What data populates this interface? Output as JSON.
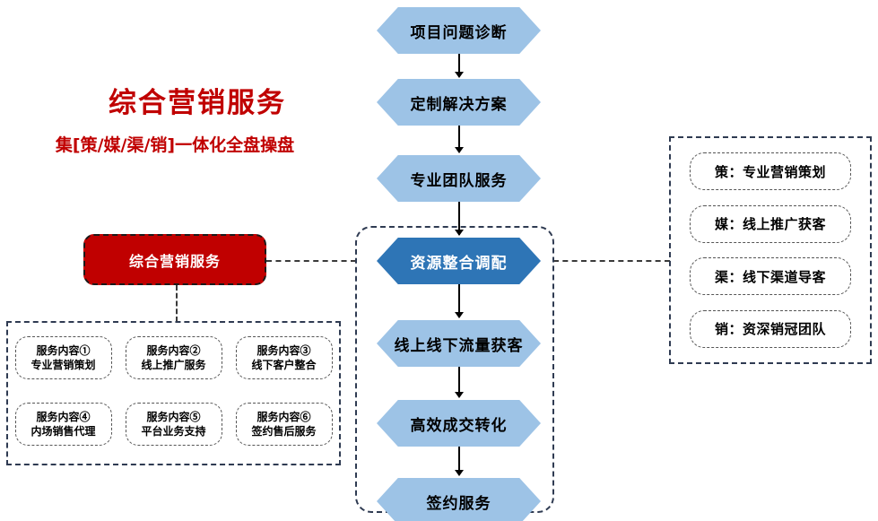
{
  "brand": {
    "title": "综合营销服务",
    "subtitle": "集[策/媒/渠/销]一体化全盘操盘",
    "accent_color": "#C00000"
  },
  "hub": {
    "label": "综合营销服务",
    "fill_color": "#C00000",
    "text_color": "#FFFFFF"
  },
  "flow": {
    "fill_color": "#9DC3E6",
    "highlight_color": "#2E75B6",
    "steps": [
      {
        "label": "项目问题诊断",
        "highlighted": false
      },
      {
        "label": "定制解决方案",
        "highlighted": false
      },
      {
        "label": "专业团队服务",
        "highlighted": false
      },
      {
        "label": "资源整合调配",
        "highlighted": true
      },
      {
        "label": "线上线下流量获客",
        "highlighted": false
      },
      {
        "label": "高效成交转化",
        "highlighted": false
      },
      {
        "label": "签约服务",
        "highlighted": false
      }
    ]
  },
  "services": {
    "items": [
      {
        "index": "服务内容①",
        "name": "专业营销策划"
      },
      {
        "index": "服务内容②",
        "name": "线上推广服务"
      },
      {
        "index": "服务内容③",
        "name": "线下客户整合"
      },
      {
        "index": "服务内容④",
        "name": "内场销售代理"
      },
      {
        "index": "服务内容⑤",
        "name": "平台业务支持"
      },
      {
        "index": "服务内容⑥",
        "name": "签约售后服务"
      }
    ]
  },
  "pillars": {
    "items": [
      {
        "label": "策：专业营销策划"
      },
      {
        "label": "媒：线上推广获客"
      },
      {
        "label": "渠：线下渠道导客"
      },
      {
        "label": "销：资深销冠团队"
      }
    ]
  }
}
